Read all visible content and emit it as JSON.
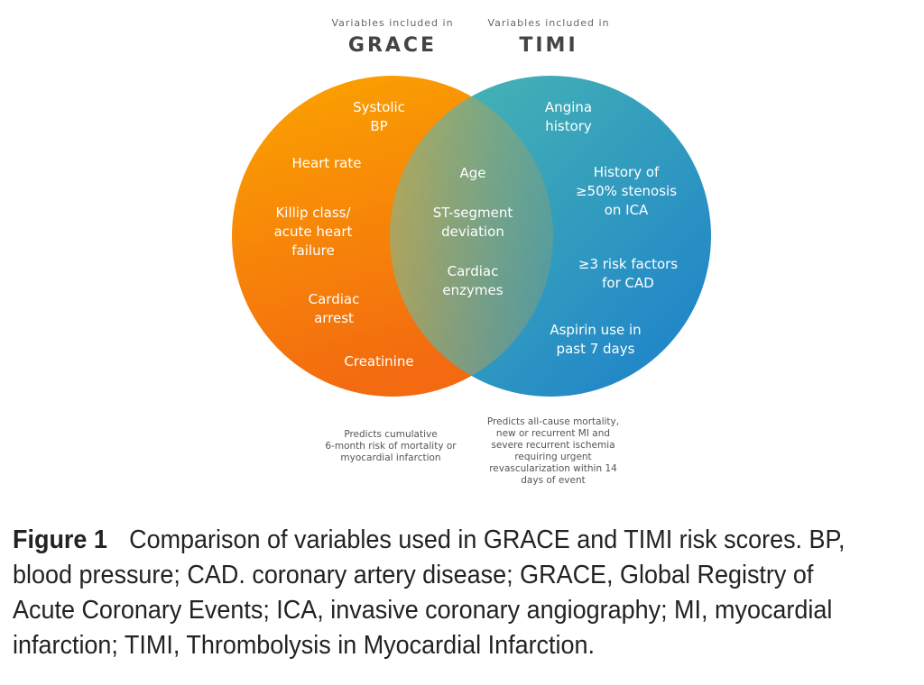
{
  "grace": {
    "sub": "Variables included in",
    "title": "GRACE",
    "items": [
      "Systolic\nBP",
      "Heart rate",
      "Killip class/\nacute heart\nfailure",
      "Cardiac\narrest",
      "Creatinine"
    ],
    "note": "Predicts cumulative\n6-month risk of mortality or\nmyocardial infarction",
    "color": "#f7941d"
  },
  "timi": {
    "sub": "Variables included in",
    "title": "TIMI",
    "items": [
      "Angina\nhistory",
      "History of\n≥50% stenosis\non ICA",
      "≥3 risk factors\nfor CAD",
      "Aspirin use in\npast 7 days"
    ],
    "note": "Predicts all-cause mortality,\nnew or recurrent MI and\nsevere recurrent ischemia\nrequiring urgent\nrevascularization within 14\ndays of event",
    "color": "#1e90c8"
  },
  "shared": {
    "items": [
      "Age",
      "ST-segment\ndeviation",
      "Cardiac\nenzymes"
    ]
  },
  "caption": {
    "label": "Figure 1",
    "text": "Comparison of variables used in GRACE and TIMI risk scores. BP, blood pressure; CAD. coronary artery disease; GRACE, Global Registry of Acute Coronary Events; ICA, invasive coronary angiography; MI, myocardial infarction; TIMI, Thrombolysis in Myocardial Infarction."
  }
}
